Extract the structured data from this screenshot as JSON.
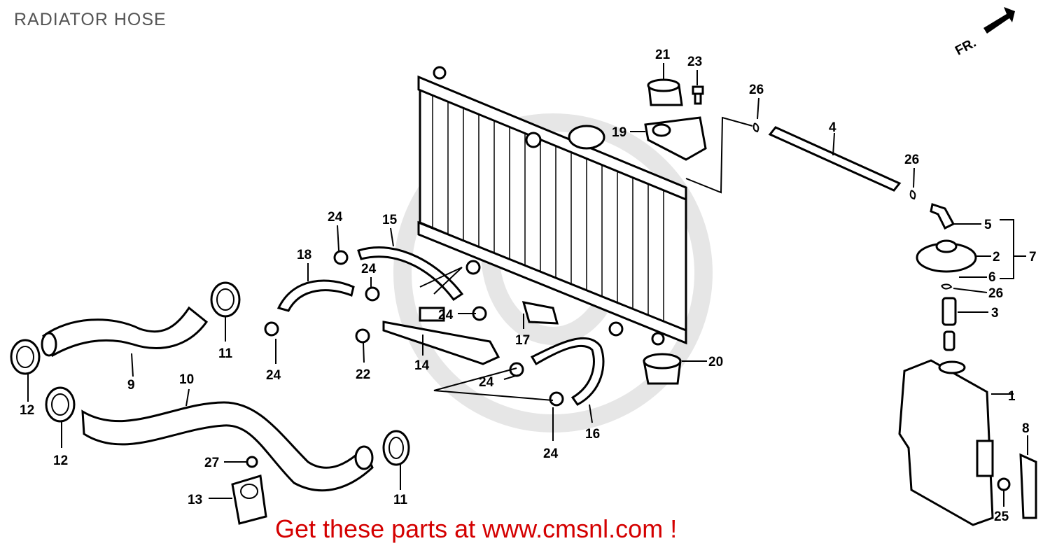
{
  "title": "RADIATOR HOSE",
  "direction_label": "FR.",
  "promo_text": "Get these parts at www.cmsnl.com !",
  "part_labels": {
    "p1": "1",
    "p2": "2",
    "p3": "3",
    "p4": "4",
    "p5": "5",
    "p6": "6",
    "p7": "7",
    "p8": "8",
    "p9": "9",
    "p10": "10",
    "p11a": "11",
    "p11b": "11",
    "p12a": "12",
    "p12b": "12",
    "p13": "13",
    "p14": "14",
    "p15": "15",
    "p16": "16",
    "p17": "17",
    "p18": "18",
    "p19": "19",
    "p20": "20",
    "p21": "21",
    "p22": "22",
    "p23": "23",
    "p24a": "24",
    "p24b": "24",
    "p24c": "24",
    "p24d": "24",
    "p24e": "24",
    "p24f": "24",
    "p25": "25",
    "p26a": "26",
    "p26b": "26",
    "p26c": "26",
    "p27": "27"
  },
  "colors": {
    "promo": "#d40000",
    "title": "#555555",
    "watermark": "#e6e6e6"
  }
}
